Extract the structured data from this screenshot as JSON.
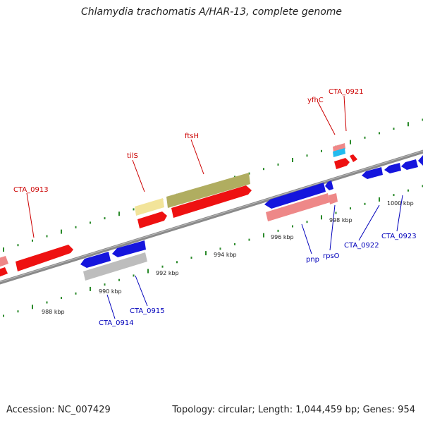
{
  "title": "Chlamydia trachomatis A/HAR-13, complete genome",
  "footer": {
    "accession": "Accession: NC_007429",
    "topology": "Topology: circular; Length: 1,044,459 bp; Genes: 954"
  },
  "colors": {
    "backbone": "#8a8a8a",
    "tick": "#2a8a2a",
    "forward_label": "#cc0000",
    "reverse_label": "#0000bb",
    "scale_label": "#222222",
    "gene_red": "#ee1111",
    "gene_blue": "#1515dd",
    "gene_pink": "#ee8888",
    "gene_olive": "#b0ad60",
    "gene_yellow": "#f2e49a",
    "gene_grey": "#bdbdbd",
    "gene_cyan": "#22bbee"
  },
  "scale_labels": [
    "988 kbp",
    "990 kbp",
    "992 kbp",
    "994 kbp",
    "996 kbp",
    "998 kbp",
    "1000 kbp"
  ],
  "forward_gene_labels": [
    "CTA_0913",
    "tilS",
    "ftsH",
    "yfhC",
    "CTA_0921"
  ],
  "reverse_gene_labels": [
    "CTA_0914",
    "CTA_0915",
    "pnp",
    "rpsO",
    "CTA_0922",
    "CTA_0923"
  ]
}
